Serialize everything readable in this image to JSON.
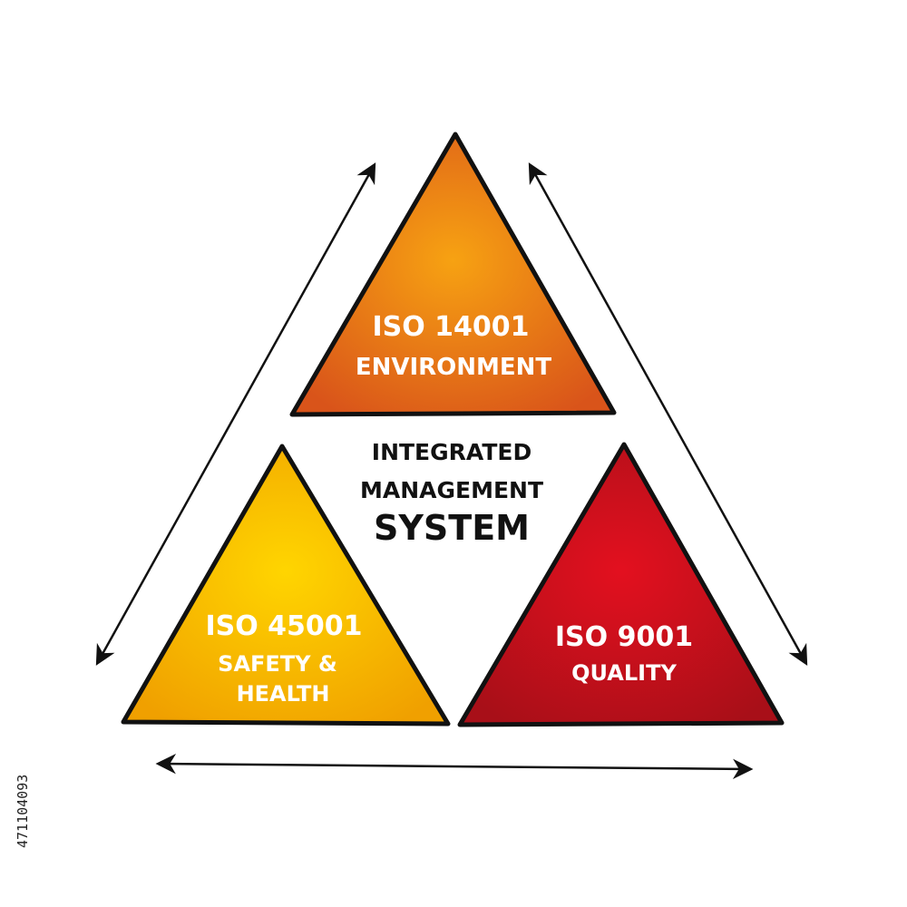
{
  "center": {
    "line1": "INTEGRATED",
    "line2": "MANAGEMENT",
    "line3": "SYSTEM"
  },
  "triangles": {
    "top": {
      "code": "ISO 14001",
      "label": "ENVIRONMENT",
      "colors": [
        "#f7a212",
        "#d9541a"
      ]
    },
    "left": {
      "code": "ISO 45001",
      "label_line1": "SAFETY &",
      "label_line2": "HEALTH",
      "colors": [
        "#ffd500",
        "#f0a000"
      ]
    },
    "right": {
      "code": "ISO 9001",
      "label": "QUALITY",
      "colors": [
        "#e3101f",
        "#a80f18"
      ]
    }
  },
  "stock_id": "471104093"
}
